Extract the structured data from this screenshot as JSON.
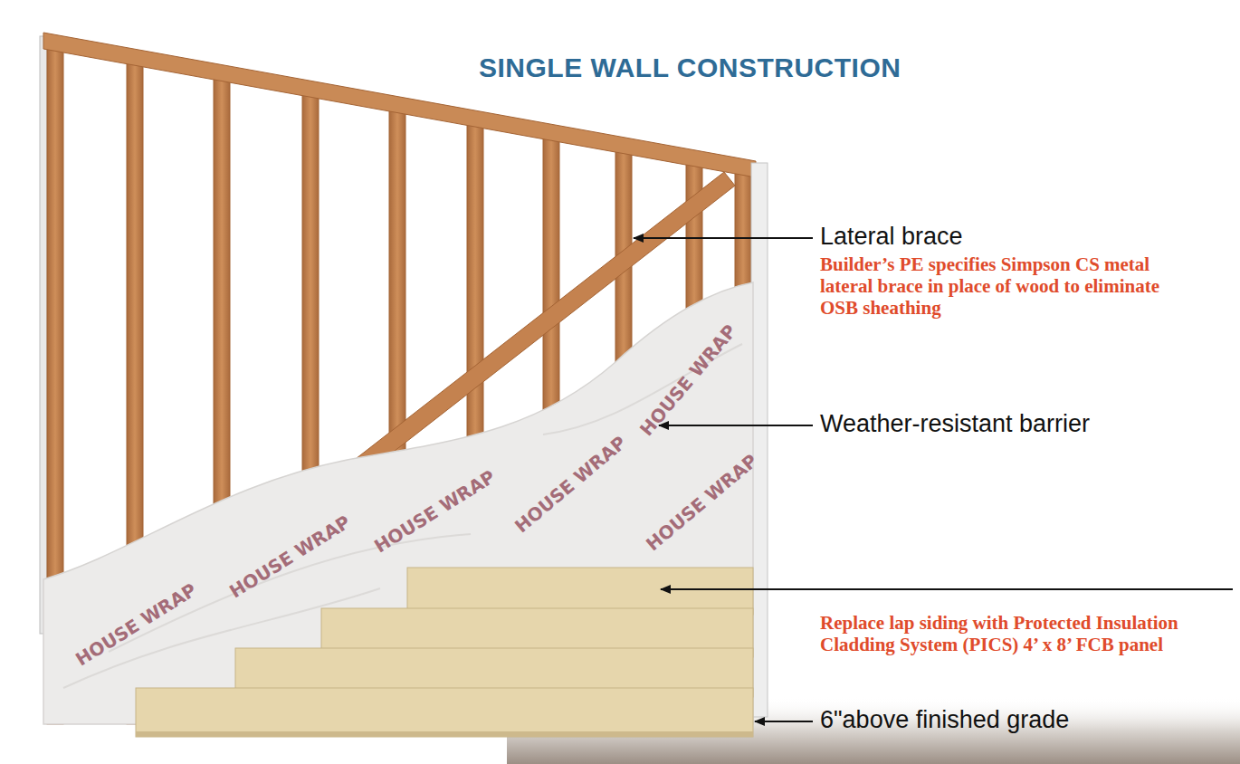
{
  "diagram": {
    "title": "SINGLE WALL CONSTRUCTION",
    "labels": [
      "Lateral brace",
      "Builder’s PE specifies Simpson CS metal lateral brace in place of wood to eliminate OSB sheathing",
      "Weather-resistant barrier",
      "Replace lap siding with Protected Insulation Cladding System (PICS) 4’ x 8’ FCB panel",
      "6\"above finished grade",
      "HOUSE WRAP",
      "HOUSE WRAP",
      "HOUSE WRAP",
      "HOUSE WRAP",
      "HOUSE WRAP",
      "HOUSE WRAP"
    ]
  }
}
